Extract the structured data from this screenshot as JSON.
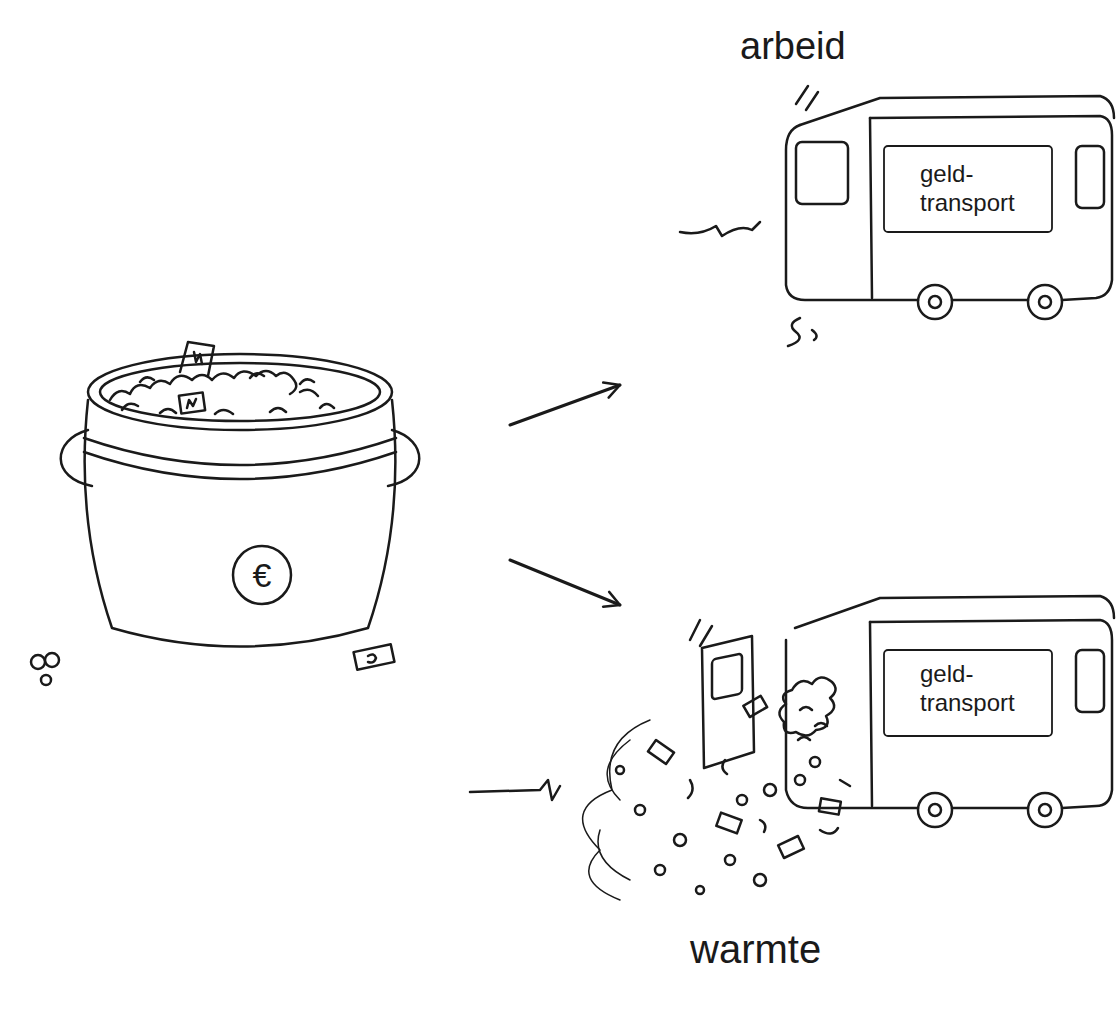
{
  "diagram": {
    "nodes": [
      {
        "text": [
          "€"
        ]
      },
      {
        "text": [
          "arbeid",
          "geld- transport"
        ]
      },
      {
        "text": [
          "geld- transport",
          "warmte"
        ]
      }
    ],
    "edges": [
      {
        "from": 0,
        "to": 1,
        "arrow": "to"
      },
      {
        "from": 0,
        "to": 2,
        "arrow": "to"
      }
    ]
  }
}
